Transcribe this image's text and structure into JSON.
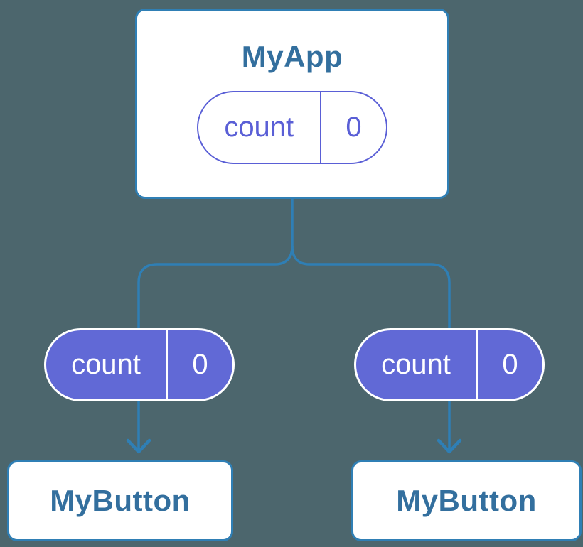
{
  "colors": {
    "background": "#4C666D",
    "connector": "#2F7FB5",
    "node_background": "#FFFFFF",
    "node_border": "#2F7FB5",
    "node_title_text": "#336F9E",
    "state_pill_outline": "#5A5FD6",
    "state_pill_fill": "#6169D6",
    "state_pill_text_on_fill": "#FFFFFF"
  },
  "root_node": {
    "title": "MyApp",
    "state_pill": {
      "label": "count",
      "value": "0"
    }
  },
  "child_nodes": [
    {
      "title": "MyButton",
      "prop_pill": {
        "label": "count",
        "value": "0"
      }
    },
    {
      "title": "MyButton",
      "prop_pill": {
        "label": "count",
        "value": "0"
      }
    }
  ]
}
